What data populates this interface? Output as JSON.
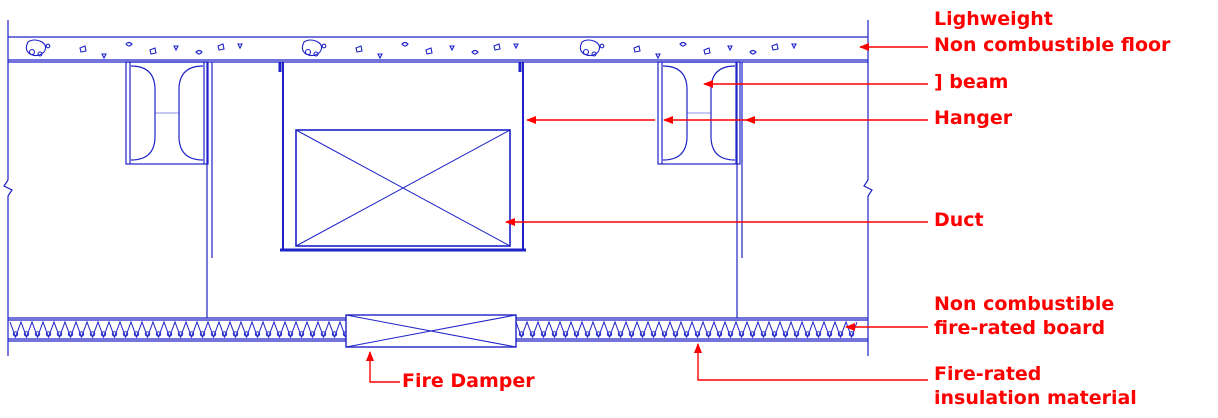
{
  "colors": {
    "structure": "#1e22c8",
    "annotation": "#ff0000",
    "background": "#ffffff"
  },
  "labels": {
    "floor_line1": "Lighweight",
    "floor_line2": "Non combustible floor",
    "beam": "] beam",
    "hanger": "Hanger",
    "duct": "Duct",
    "board_line1": "Non combustible",
    "board_line2": "fire-rated board",
    "damper": "Fire Damper",
    "insulation_line1": "Fire-rated",
    "insulation_line2": "insulation material"
  }
}
